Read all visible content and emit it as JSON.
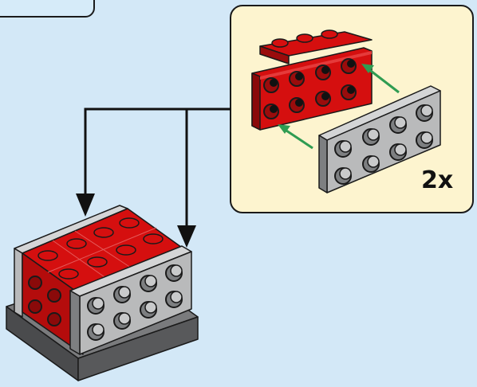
{
  "previous_step_panel": {},
  "sub_assembly": {
    "quantity_label": "2x",
    "parts": [
      "red-bracket-plate",
      "gray-2x4-plate"
    ],
    "arrow_color": "#2f9c52"
  },
  "main_model": {
    "parts": [
      "dark-gray-base-plate",
      "red-bracket-assembly",
      "gray-2x4-plate"
    ]
  },
  "colors": {
    "background": "#d3e8f7",
    "callout_fill": "#fdf4cf",
    "brick_red": "#d50f0f",
    "brick_red_dark": "#8a0a0a",
    "brick_gray": "#b9babb",
    "brick_gray_dark": "#7d7f81",
    "base_gray": "#58595b",
    "connector_line": "#111111"
  }
}
